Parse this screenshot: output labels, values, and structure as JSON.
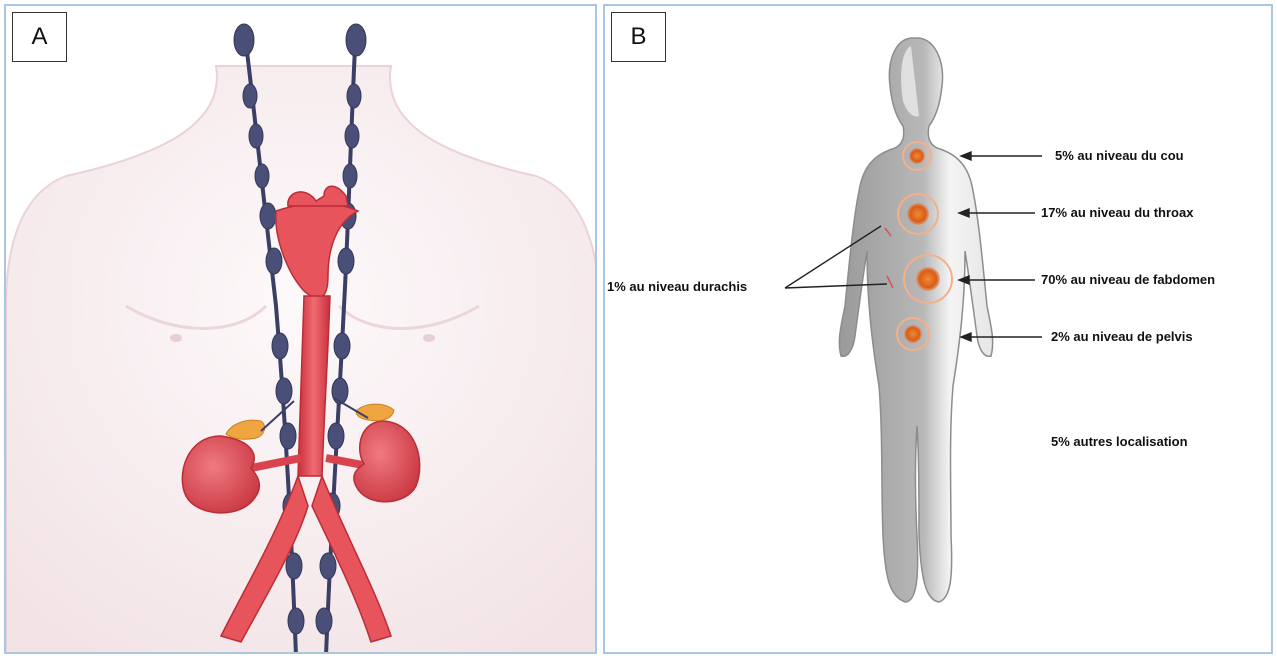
{
  "panels": [
    {
      "badge": "A"
    },
    {
      "badge": "B",
      "annotations": [
        {
          "text": "5% au niveau du cou"
        },
        {
          "text": "17% au niveau du throax"
        },
        {
          "text": "70% au niveau de fabdomen"
        },
        {
          "text": "2% au niveau de pelvis"
        },
        {
          "text": "5% autres localisation"
        },
        {
          "text": "1% au niveau durachis"
        }
      ]
    }
  ],
  "colors": {
    "frame": "#a9c6e2",
    "organ": "#e8545c",
    "lymph": "#4a4f78",
    "adrenal": "#f0a640",
    "tumor": "#ec7a28",
    "silhouette": "#9a9a9a"
  }
}
